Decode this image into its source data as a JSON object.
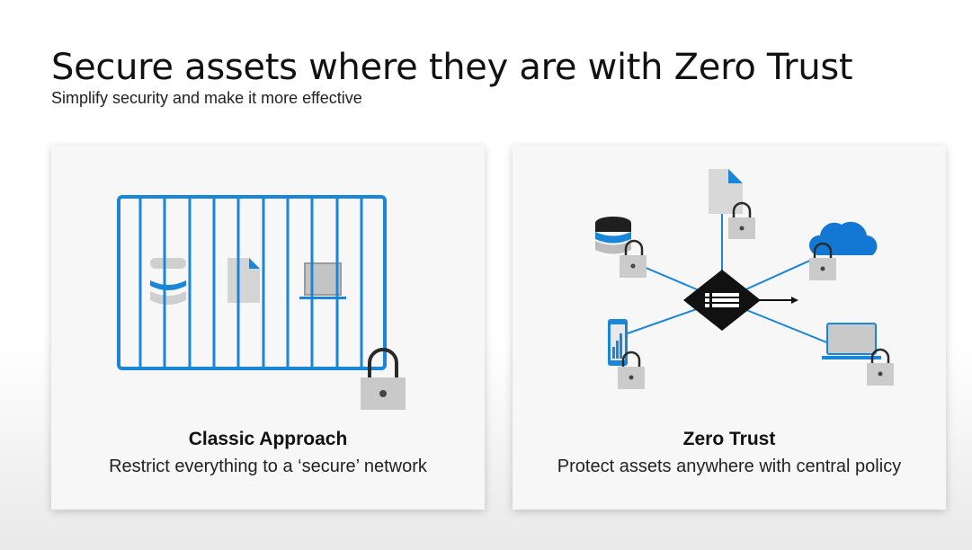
{
  "slide": {
    "title": "Secure assets where they are with Zero Trust",
    "subtitle": "Simplify security and make it more effective"
  },
  "cards": [
    {
      "heading": "Classic Approach",
      "description": "Restrict everything to a ‘secure’ network",
      "icons": [
        "database-icon",
        "document-icon",
        "laptop-icon",
        "padlock-icon",
        "cage-bars"
      ]
    },
    {
      "heading": "Zero Trust",
      "description": "Protect assets anywhere with central policy",
      "icons": [
        "policy-engine-icon",
        "document-icon",
        "database-icon",
        "cloud-icon",
        "mobile-icon",
        "laptop-icon",
        "padlock-icon"
      ]
    }
  ],
  "colors": {
    "accent_blue": "#1a86d8",
    "cloud_blue": "#1278d4",
    "lock_gray": "#9a9a9a",
    "lock_body": "#c9c9c9",
    "card_bg": "#f7f7f7"
  }
}
